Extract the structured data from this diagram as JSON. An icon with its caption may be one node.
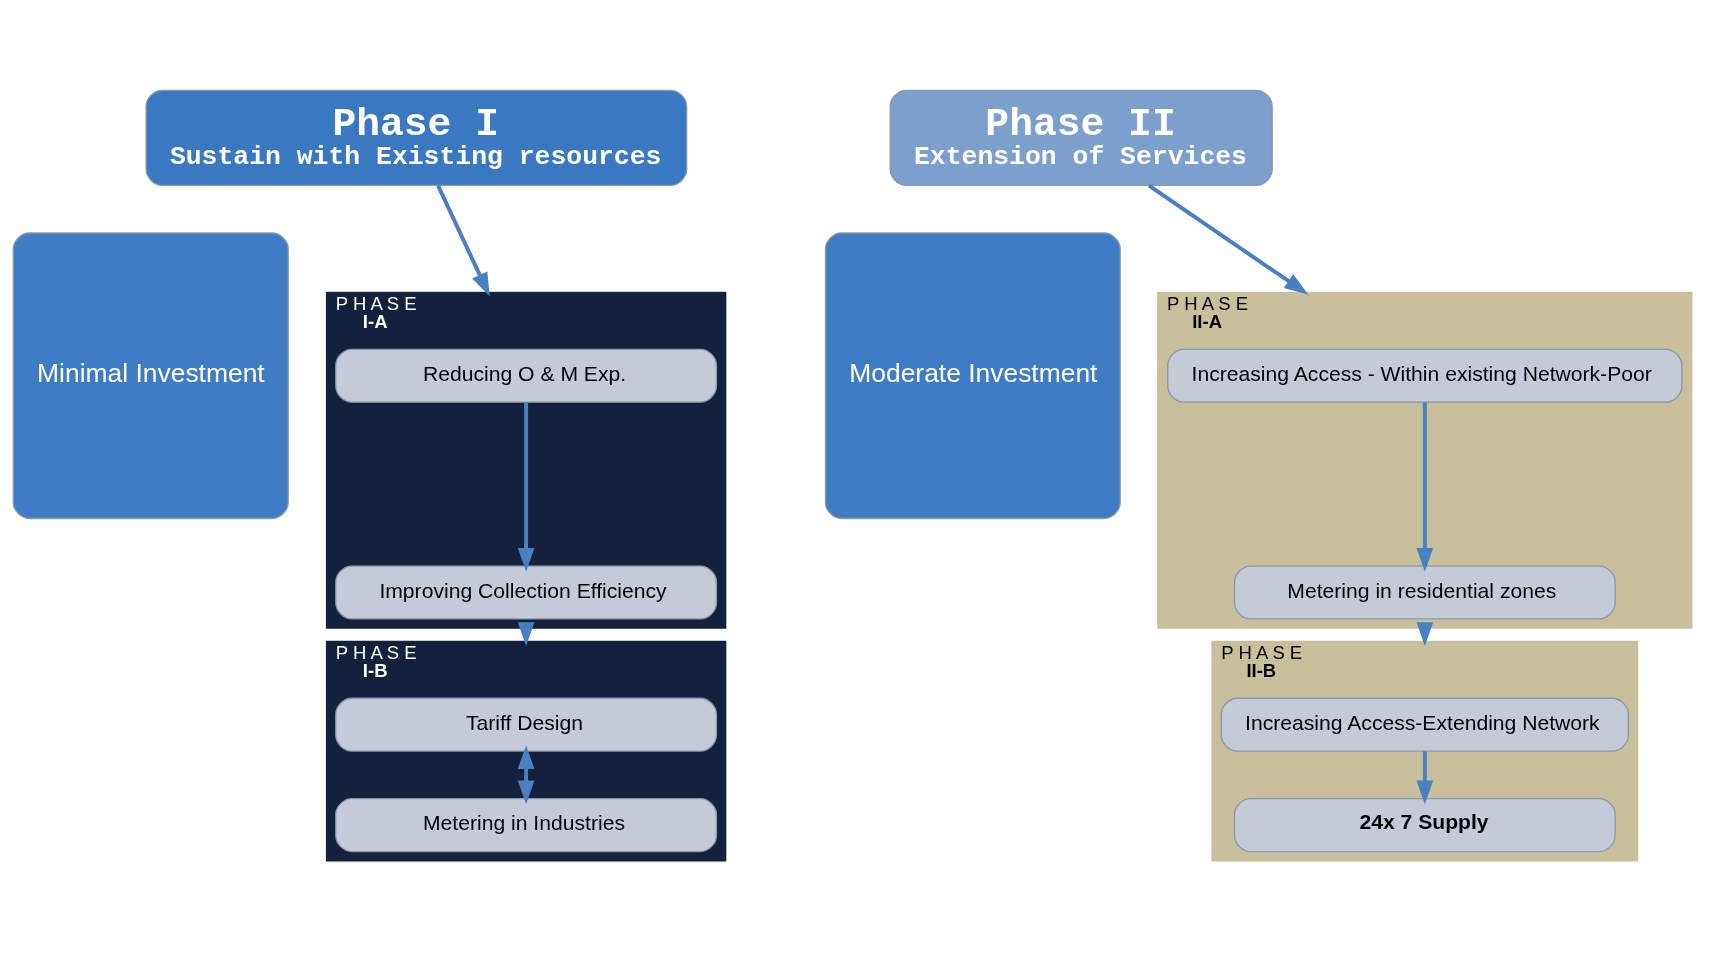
{
  "diagram": {
    "nodes": [
      {
        "text": [
          "Phase I",
          "Sustain with Existing resources"
        ]
      },
      {
        "text": [
          "Phase II",
          "Extension of Services"
        ]
      },
      {
        "text": [
          "Minimal Investment"
        ]
      },
      {
        "text": [
          "Moderate Investment"
        ]
      },
      {
        "text": [
          "P H A S E",
          "I-A"
        ]
      },
      {
        "text": [
          "Reducing O & M Exp."
        ],
        "in": 4
      },
      {
        "text": [
          "Improving Collection Efficiency"
        ],
        "in": 4
      },
      {
        "text": [
          "P H A S E",
          "I-B"
        ]
      },
      {
        "text": [
          "Tariff Design"
        ],
        "in": 7
      },
      {
        "text": [
          "Metering in Industries"
        ],
        "in": 7
      },
      {
        "text": [
          "P H A S E",
          "II-A"
        ]
      },
      {
        "text": [
          "Increasing Access - Within existing Network-Poor"
        ],
        "in": 10
      },
      {
        "text": [
          "Metering in residential zones"
        ],
        "in": 10
      },
      {
        "text": [
          "P H A S E",
          "II-B"
        ]
      },
      {
        "text": [
          "Increasing Access-Extending Network"
        ],
        "in": 13
      },
      {
        "text": [
          "24x 7 Supply"
        ],
        "in": 13
      }
    ],
    "edges": [
      {
        "from": 0,
        "to": 4,
        "arrow": "to"
      },
      {
        "from": 5,
        "to": 6,
        "arrow": "to"
      },
      {
        "from": 4,
        "to": 7,
        "arrow": "to"
      },
      {
        "from": 8,
        "to": 9,
        "arrow": "both"
      },
      {
        "from": 1,
        "to": 10,
        "arrow": "to"
      },
      {
        "from": 11,
        "to": 12,
        "arrow": "to"
      },
      {
        "from": 10,
        "to": 13,
        "arrow": "to"
      },
      {
        "from": 14,
        "to": 15,
        "arrow": "to"
      }
    ]
  }
}
